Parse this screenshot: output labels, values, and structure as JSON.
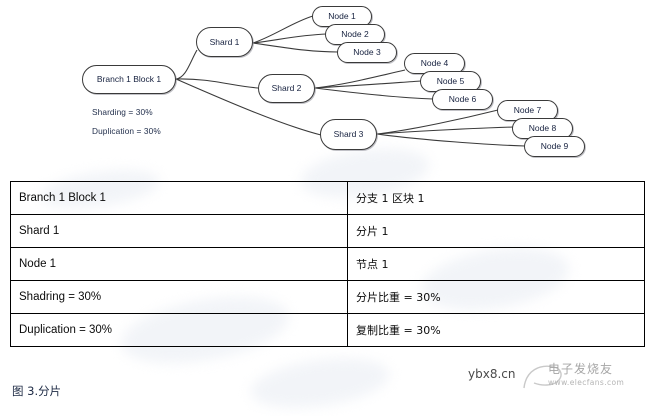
{
  "diagram": {
    "root": {
      "label": "Branch 1 Block 1"
    },
    "legend": {
      "sharding": "Sharding = 30%",
      "duplication": "Duplication = 30%"
    },
    "shards": [
      {
        "label": "Shard 1"
      },
      {
        "label": "Shard 2"
      },
      {
        "label": "Shard 3"
      }
    ],
    "nodes": [
      {
        "label": "Node 1"
      },
      {
        "label": "Node 2"
      },
      {
        "label": "Node 3"
      },
      {
        "label": "Node 4"
      },
      {
        "label": "Node 5"
      },
      {
        "label": "Node 6"
      },
      {
        "label": "Node 7"
      },
      {
        "label": "Node 8"
      },
      {
        "label": "Node 9"
      }
    ]
  },
  "table": {
    "rows": [
      {
        "en": "Branch 1 Block 1",
        "zh": "分支 1 区块 1"
      },
      {
        "en": "Shard 1",
        "zh": "分片 1"
      },
      {
        "en": "Node 1",
        "zh": "节点 1"
      },
      {
        "en": "Shadring = 30%",
        "zh": "分片比重 = 30%"
      },
      {
        "en": "Duplication = 30%",
        "zh": "复制比重 = 30%"
      }
    ]
  },
  "caption": "图 3.分片",
  "watermarks": {
    "site": "ybx8.cn",
    "brand_cn": "电子发烧友",
    "brand_url": "www.elecfans.com"
  },
  "colors": {
    "node_border": "#3a3a3a",
    "node_text": "#16213f",
    "table_border": "#000000",
    "caption": "#1d2a44"
  }
}
